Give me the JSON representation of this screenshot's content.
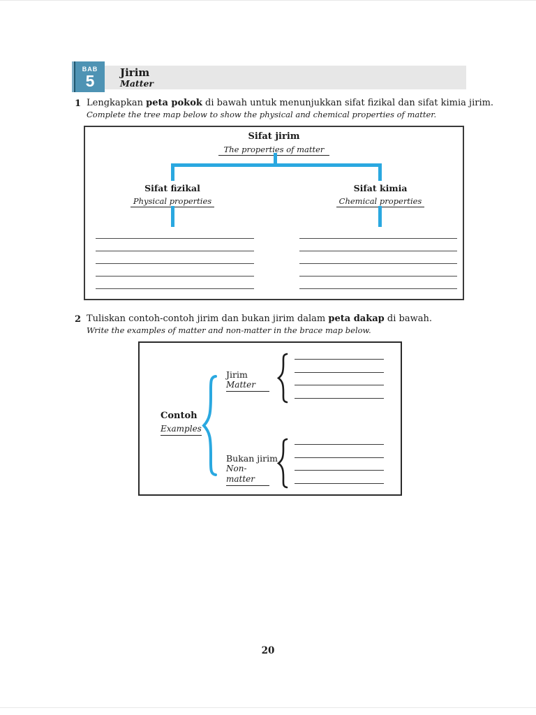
{
  "header": {
    "chapter_label": "BAB",
    "chapter_number": "5",
    "title": "Jirim",
    "subtitle": "Matter"
  },
  "questions": [
    {
      "number": "1",
      "text_before": "Lengkapkan ",
      "text_bold": "peta pokok",
      "text_after": " di bawah untuk menunjukkan sifat fizikal dan sifat kimia jirim.",
      "translation": "Complete the tree map below to show the physical and chemical properties of matter."
    },
    {
      "number": "2",
      "text_before": "Tuliskan contoh-contoh jirim dan bukan jirim dalam ",
      "text_bold": "peta dakap",
      "text_after": " di bawah.",
      "translation": "Write the examples of matter and non-matter in the brace map below."
    }
  ],
  "tree_map": {
    "root": {
      "label": "Sifat jirim",
      "translation": "The properties of matter"
    },
    "branches": [
      {
        "label": "Sifat fizikal",
        "translation": "Physical properties",
        "blank_lines": 5
      },
      {
        "label": "Sifat kimia",
        "translation": "Chemical properties",
        "blank_lines": 5
      }
    ]
  },
  "brace_map": {
    "root": {
      "label": "Contoh",
      "translation": "Examples"
    },
    "branches": [
      {
        "label": "Jirim",
        "translation": "Matter",
        "blank_lines": 4
      },
      {
        "label": "Bukan jirim",
        "translation": "Non-matter",
        "blank_lines": 4
      }
    ]
  },
  "footer": {
    "page_number": "20"
  },
  "colors": {
    "accent_blue": "#2aa8e0",
    "badge_teal": "#4e93b4",
    "header_bar_gray": "#e7e7e7"
  }
}
